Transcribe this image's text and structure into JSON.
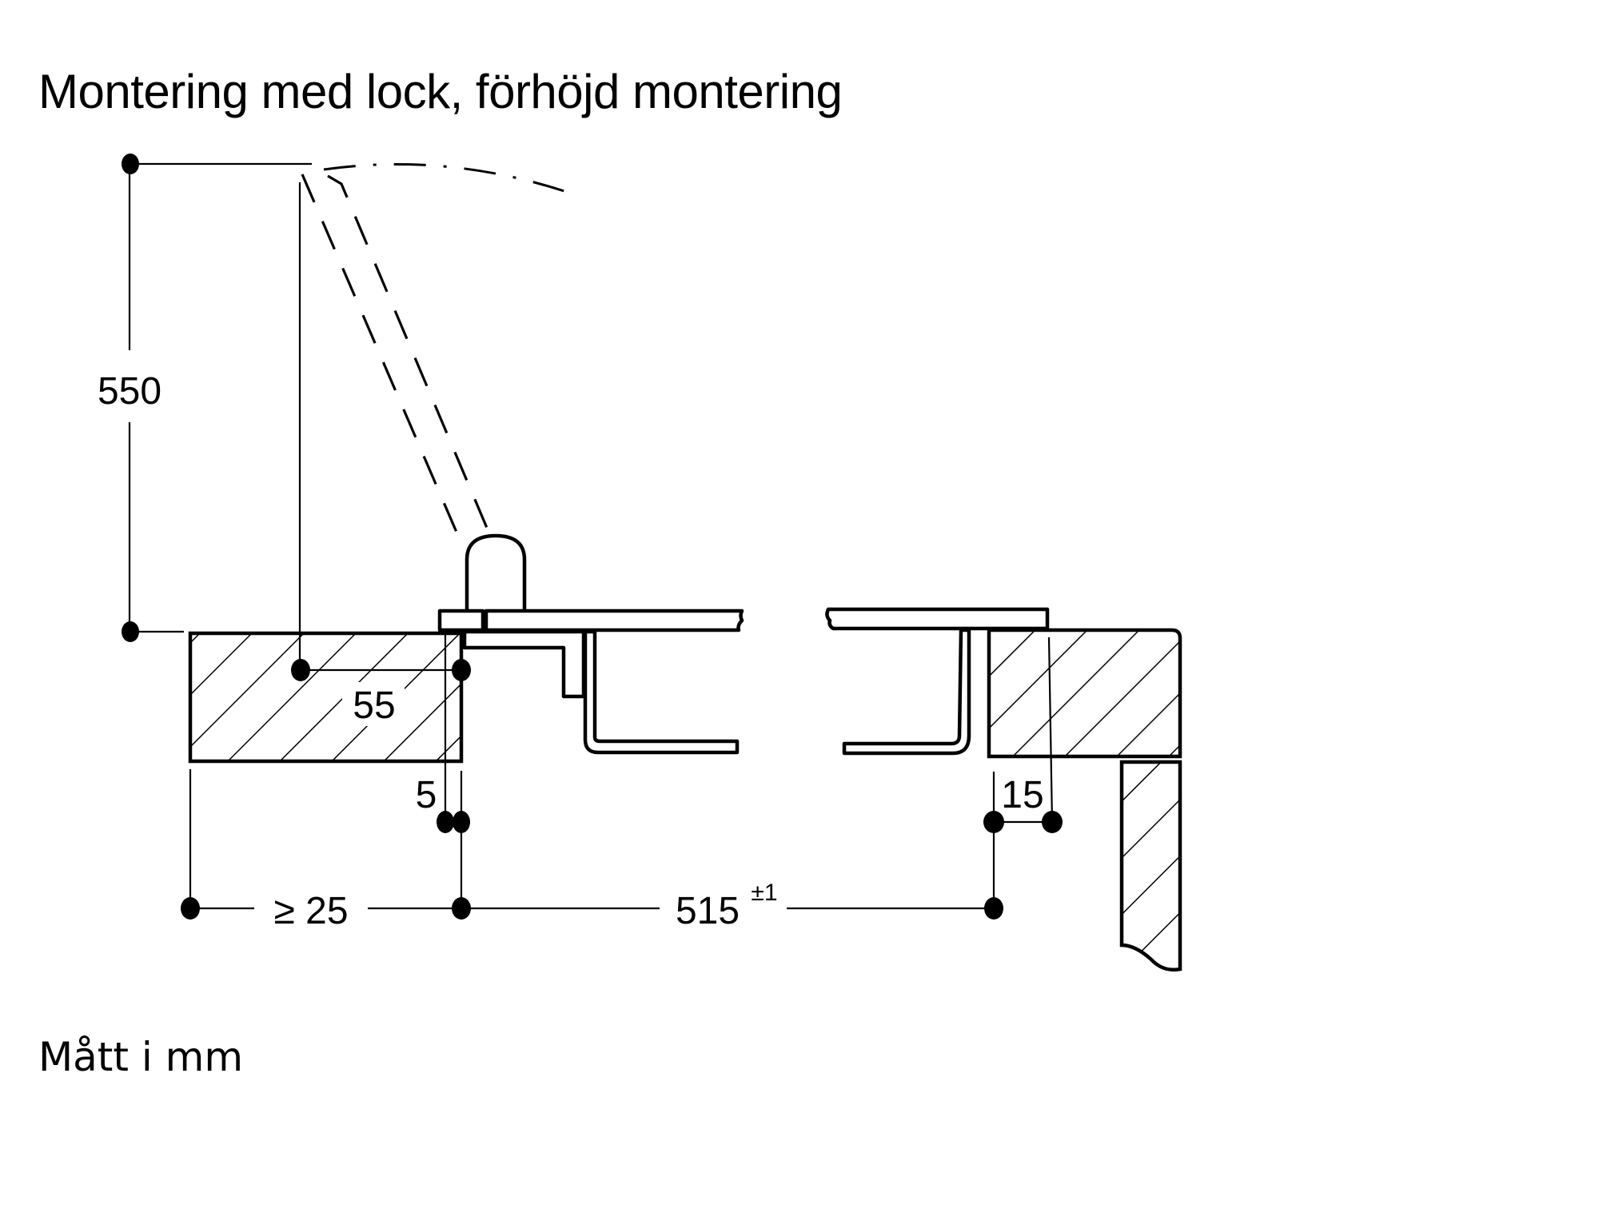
{
  "title": "Montering med lock, förhöjd montering",
  "footer": "Mått i mm",
  "dimensions": {
    "lid_height": "550",
    "hinge_offset": "55",
    "gap": "5",
    "overlap": "15",
    "min_distance": "≥ 25",
    "cutout_width": "515",
    "cutout_tolerance": "±1"
  },
  "colors": {
    "line": "#000000",
    "background": "#ffffff"
  }
}
